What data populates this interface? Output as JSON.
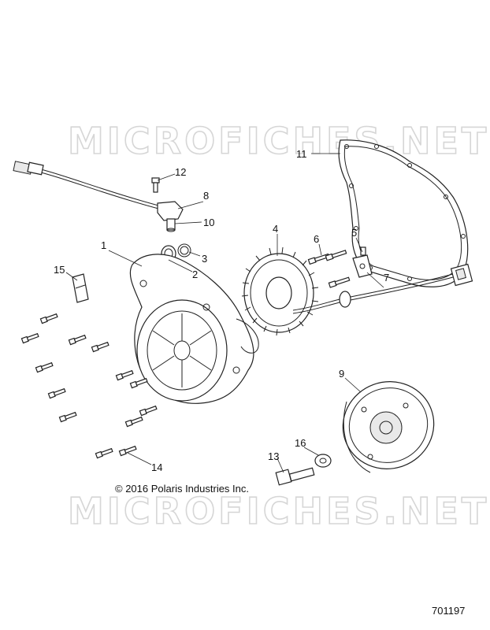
{
  "watermark": "MICROFICHES.NET",
  "copyright": "© 2016 Polaris Industries Inc.",
  "document_number": "701197",
  "callouts": {
    "c1": "1",
    "c2": "2",
    "c3": "3",
    "c4": "4",
    "c5": "5",
    "c6": "6",
    "c7": "7",
    "c8": "8",
    "c9": "9",
    "c10": "10",
    "c11": "11",
    "c12": "12",
    "c13": "13",
    "c14": "14",
    "c15": "15",
    "c16": "16"
  }
}
